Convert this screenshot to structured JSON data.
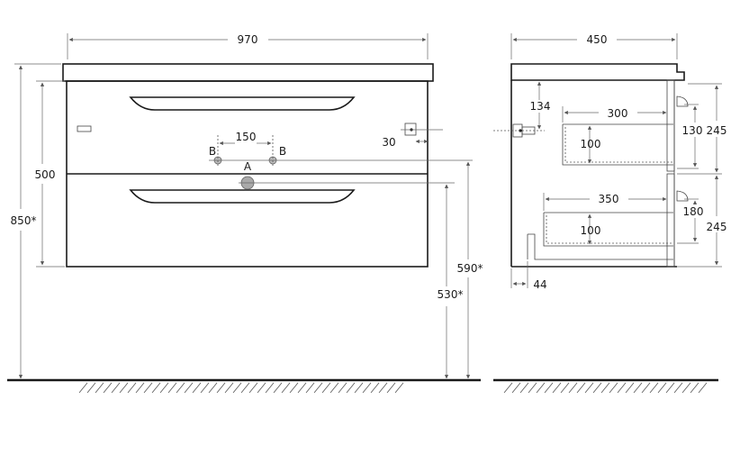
{
  "front_view": {
    "width": "970",
    "front_height": "500",
    "total_height": "850*",
    "pipe_spacing": "150",
    "pipe_offset": "30",
    "drain_height": "530*",
    "supply_height": "590*",
    "label_a": "A",
    "label_b_left": "B",
    "label_b_right": "B"
  },
  "side_view": {
    "depth": "450",
    "mount_depth": "134",
    "upper_drawer_depth": "300",
    "upper_drawer_inner": "100",
    "upper_drawer_opening": "130",
    "upper_drawer_front": "245",
    "lower_drawer_depth": "350",
    "lower_drawer_inner": "100",
    "lower_drawer_opening": "180",
    "lower_drawer_front": "245",
    "side_offset": "44"
  }
}
